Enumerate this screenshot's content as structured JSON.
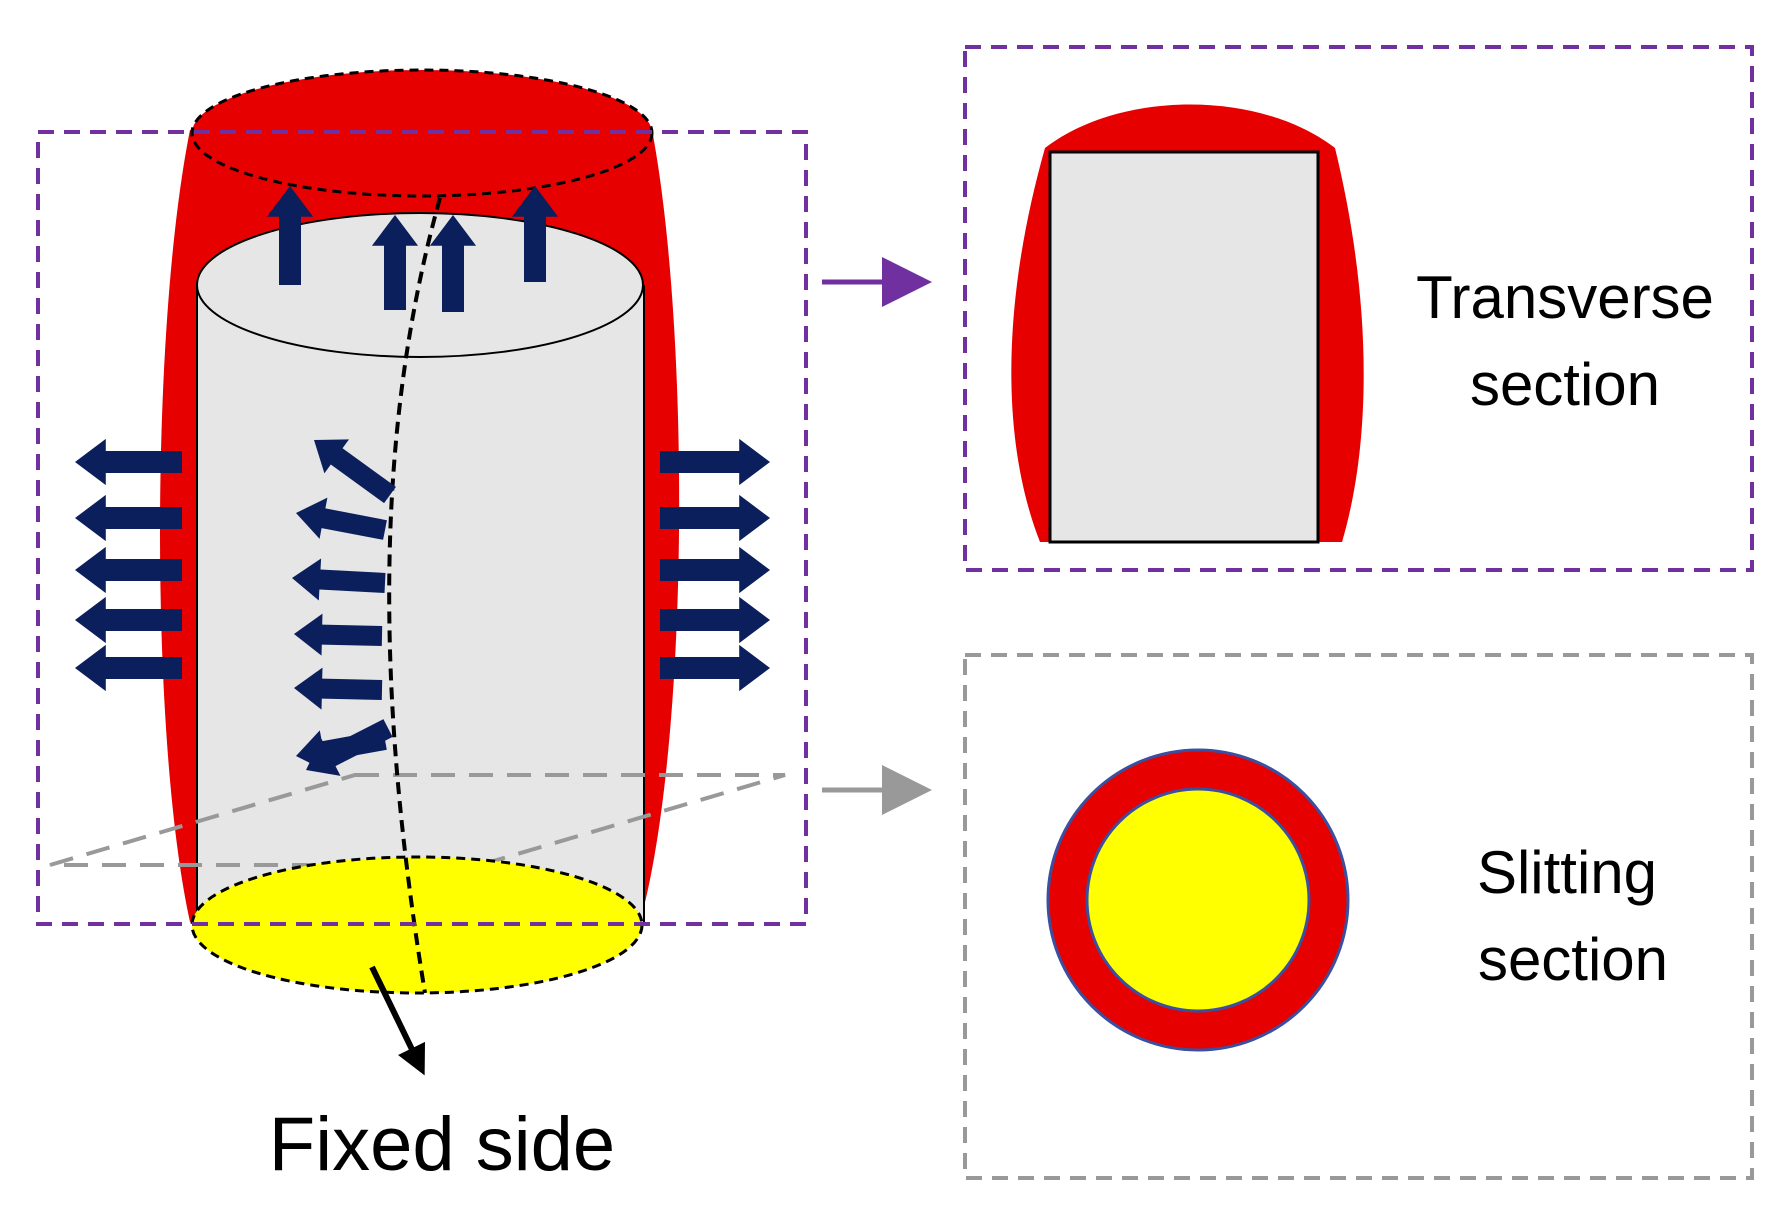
{
  "colors": {
    "deformed": "#e60000",
    "core": "#e6e6e6",
    "fixed_face": "#ffff00",
    "arrow": "#0b1f5c",
    "transverse_frame": "#7030a0",
    "slitting_frame": "#999999",
    "outline": "#000000",
    "ring_edge": "#3b4fa0"
  },
  "labels": {
    "fixed_side": "Fixed side",
    "transverse_line1": "Transverse",
    "transverse_line2": "section",
    "slitting_line1": "Slitting",
    "slitting_line2": "section"
  }
}
